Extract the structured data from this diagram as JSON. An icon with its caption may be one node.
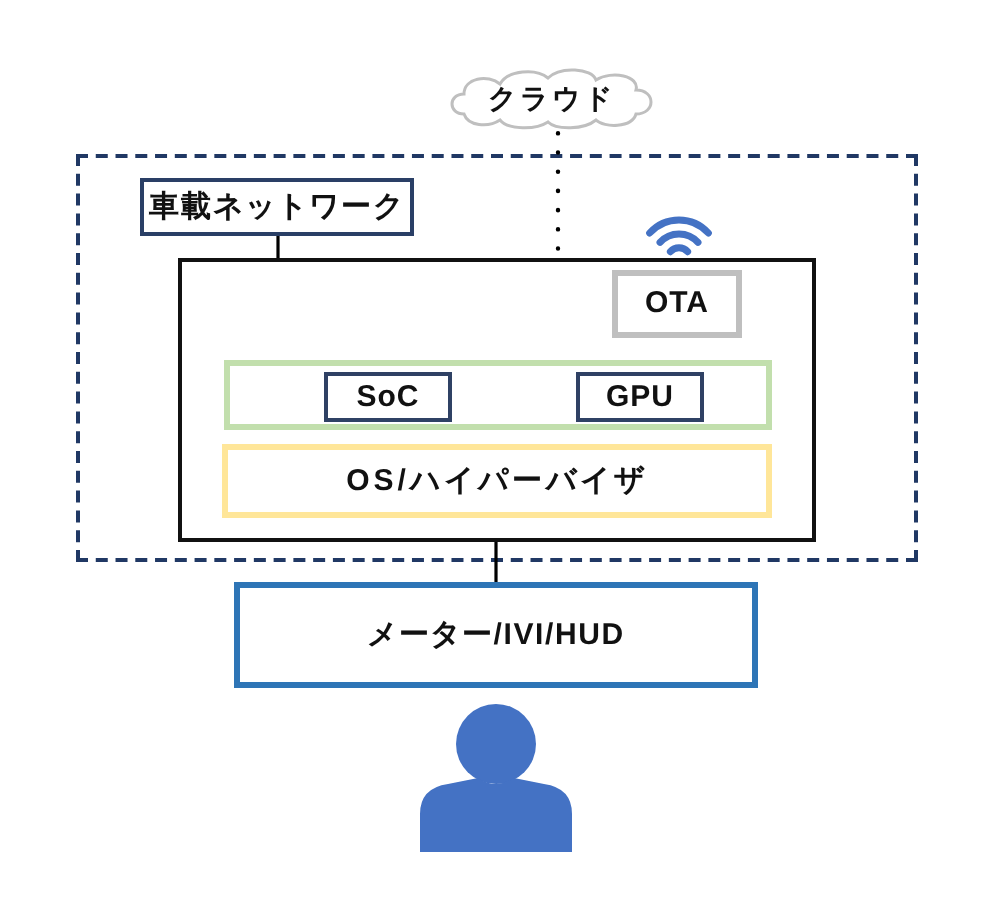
{
  "diagram": {
    "nodes": [
      {
        "text": [
          "クラウド"
        ]
      },
      {
        "text": [],
        "shape": "box"
      },
      {
        "text": [
          "車載ネットワーク"
        ],
        "in": 1
      },
      {
        "text": [],
        "shape": "box",
        "in": 1
      },
      {
        "text": [
          "OTA"
        ],
        "in": 3
      },
      {
        "text": [],
        "shape": "box",
        "in": 3
      },
      {
        "text": [
          "SoC"
        ],
        "in": 5
      },
      {
        "text": [
          "GPU"
        ],
        "in": 5
      },
      {
        "text": [
          "OS/ハイパーバイザ"
        ],
        "in": 3
      },
      {
        "text": [
          "メーター/IVI/HUD"
        ]
      },
      {
        "text": [],
        "shape": "person"
      }
    ],
    "edges": [
      {
        "from": 0,
        "to": 3,
        "arrow": "none",
        "style": "dashed"
      },
      {
        "from": 2,
        "to": 3,
        "arrow": "none"
      },
      {
        "from": 3,
        "to": 9,
        "arrow": "none"
      }
    ]
  }
}
